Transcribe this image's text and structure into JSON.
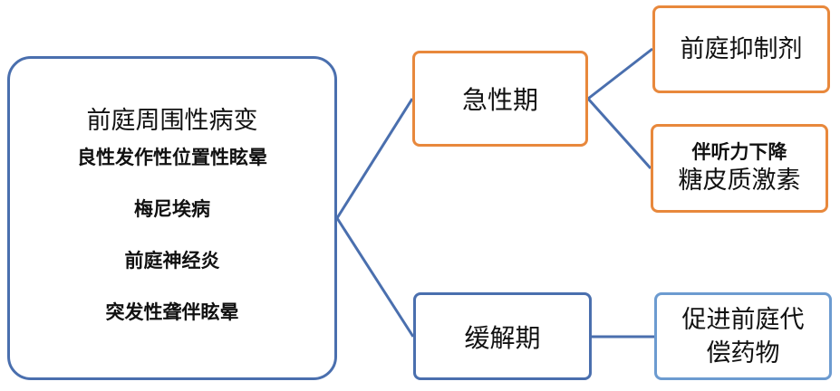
{
  "main": {
    "title": "前庭周围性病变",
    "items": [
      "良性发作性位置性眩晕",
      "梅尼埃病",
      "前庭神经炎",
      "突发性聋伴眩晕"
    ]
  },
  "stages": {
    "acute": {
      "label": "急性期",
      "treatments": {
        "vestibular": "前庭抑制剂",
        "steroid_condition": "伴听力下降",
        "steroid_drug": "糖皮质激素"
      }
    },
    "remission": {
      "label": "缓解期",
      "treatments": {
        "compensation_line1": "促进前庭代",
        "compensation_line2": "偿药物"
      }
    }
  },
  "colors": {
    "blue_border": "#4a6fae",
    "orange_border": "#e8883c",
    "light_blue_border": "#6c9bd0",
    "connector": "#4a6fae"
  }
}
